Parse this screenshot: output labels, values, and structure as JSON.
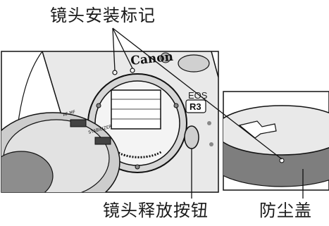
{
  "labels": {
    "mount_index": "镜头安装标记",
    "release_button": "镜头释放按钮",
    "dust_cap": "防尘盖"
  },
  "camera": {
    "brand_text": "Canon",
    "model_text": "EOS",
    "model_badge": "R3",
    "lens_switch_af": "AF MF",
    "lens_switch_stabilizer": "STABILIZER"
  },
  "colors": {
    "line": "#111111",
    "fill_light": "#f2f2f2",
    "fill_mid": "#cfcfcf",
    "fill_dark": "#8a8a8a",
    "index_red": "#ffffff"
  }
}
